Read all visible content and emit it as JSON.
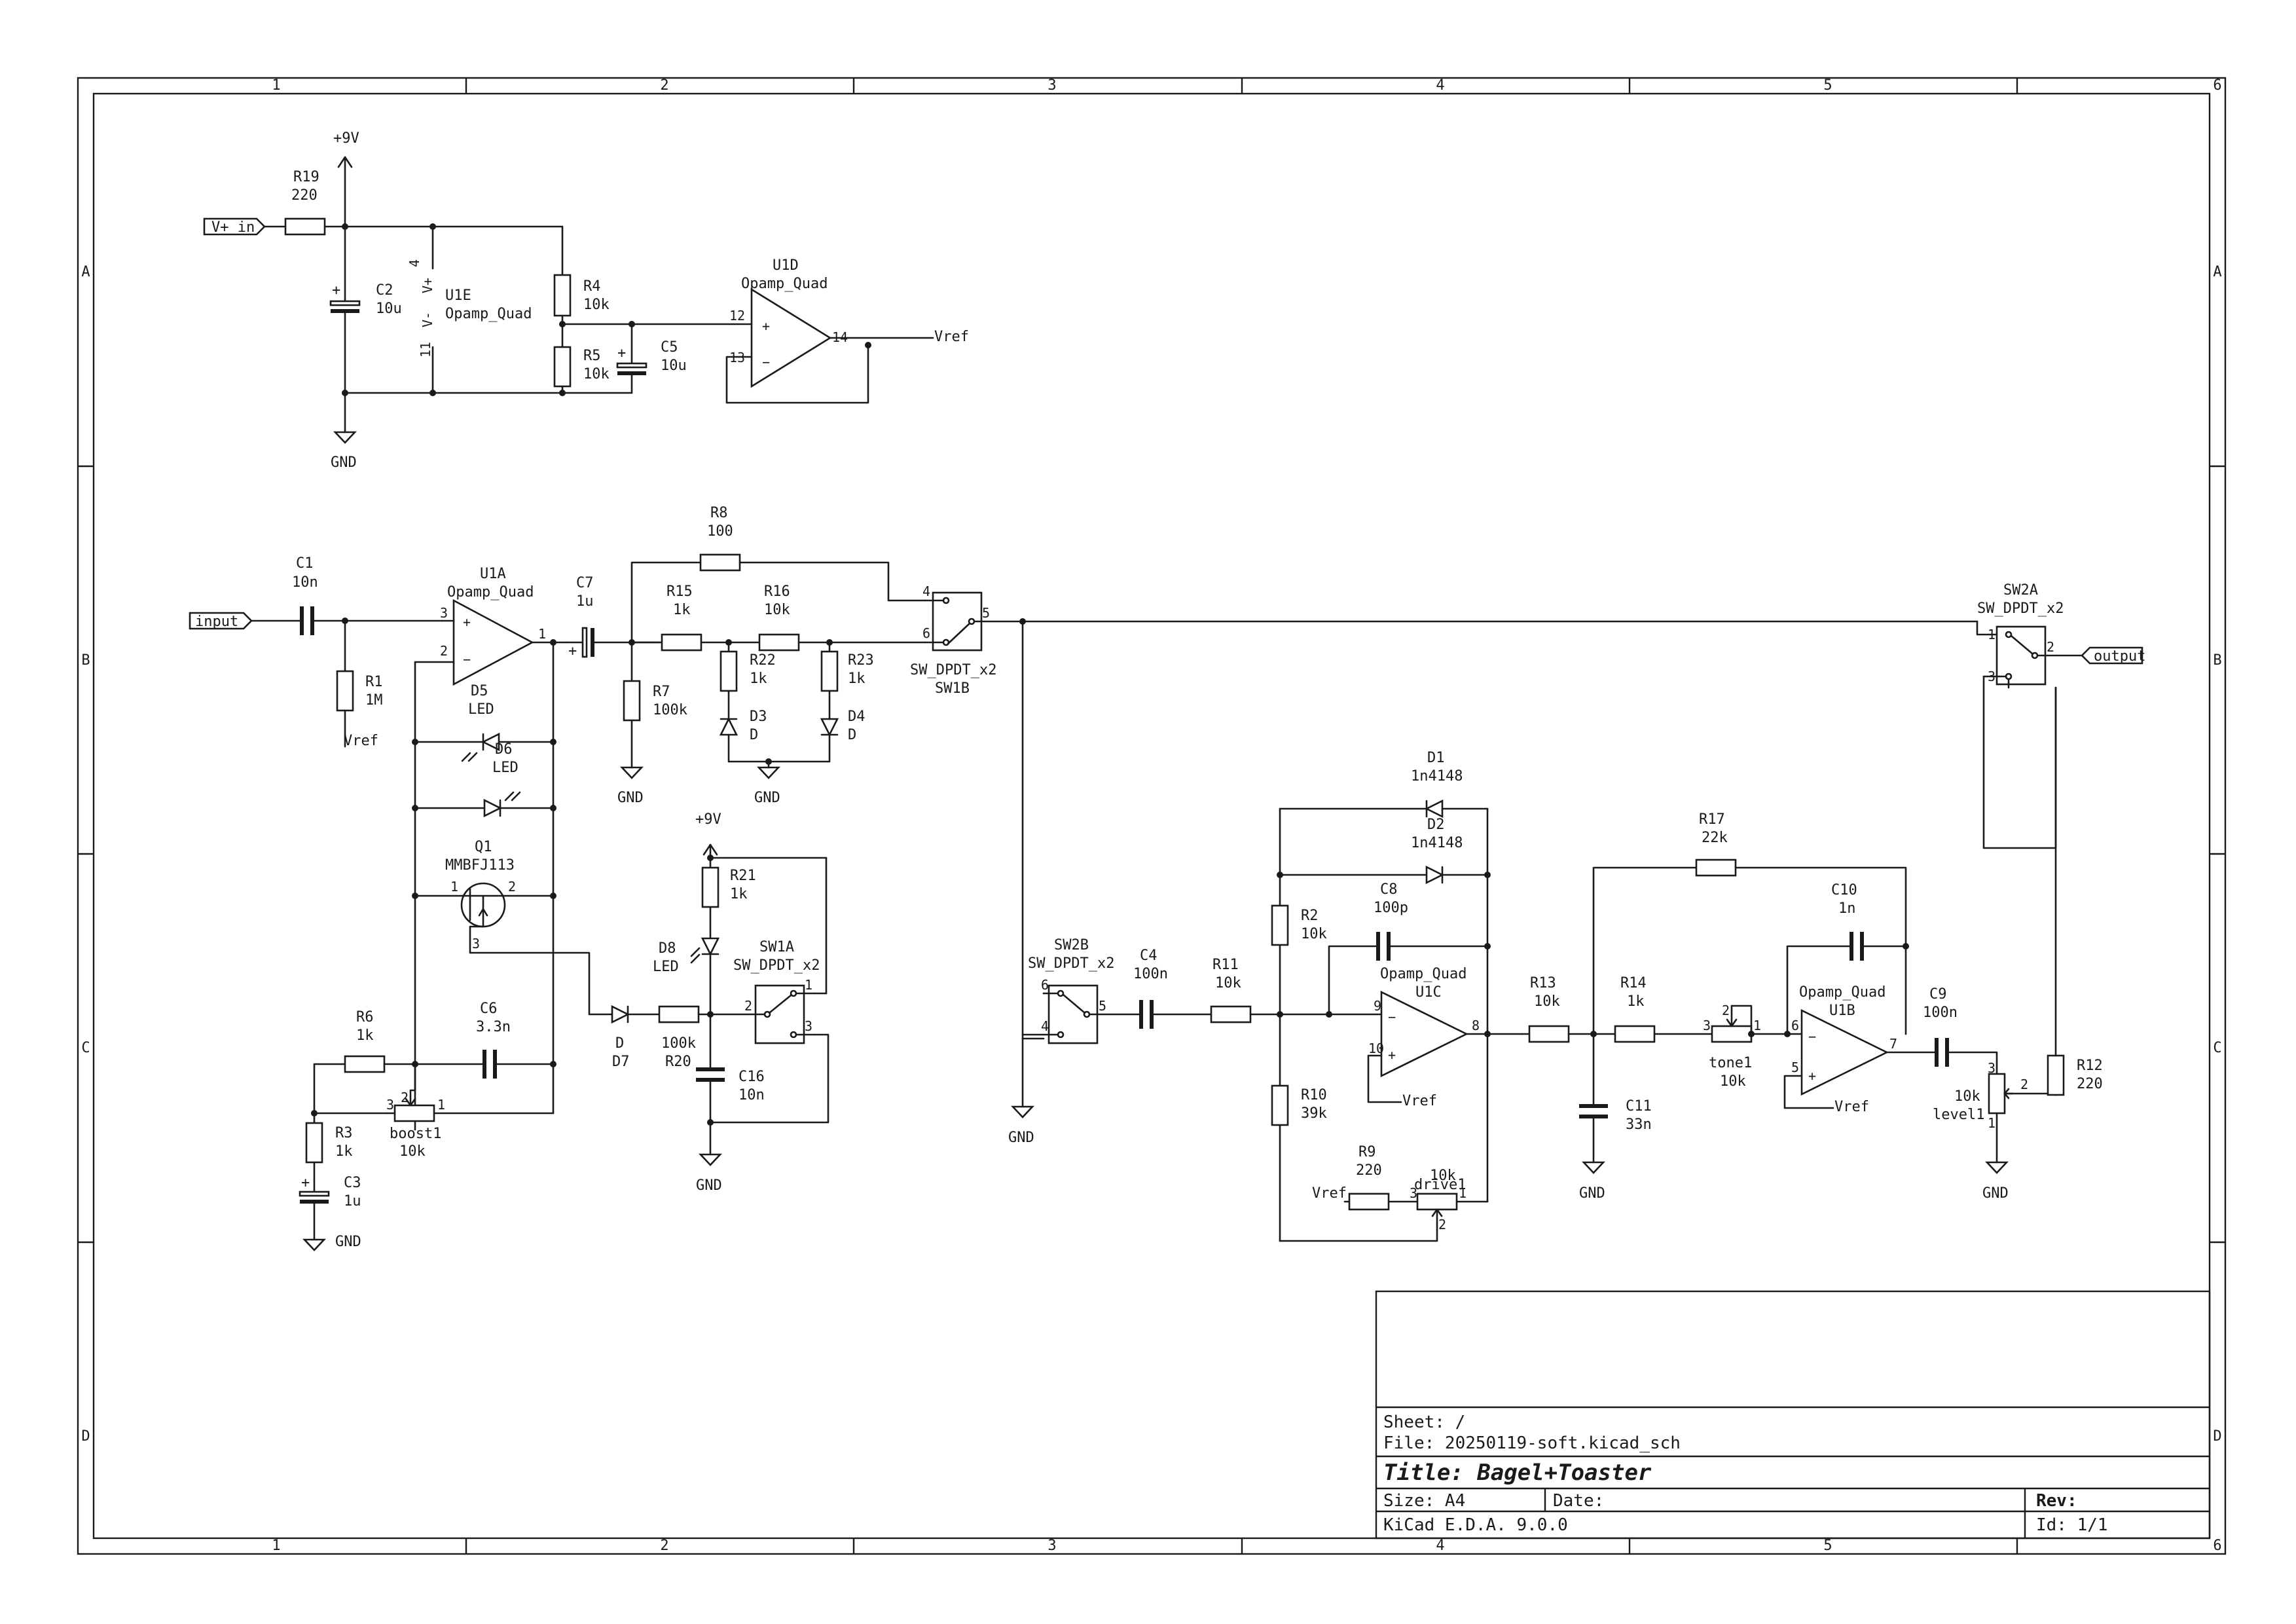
{
  "title_block": {
    "sheet": "Sheet: /",
    "file": "File: 20250119-soft.kicad_sch",
    "title": "Title: Bagel+Toaster",
    "size": "Size: A4",
    "date": "Date:",
    "rev": "Rev:",
    "tool": "KiCad E.D.A. 9.0.0",
    "id": "Id: 1/1"
  },
  "frame": {
    "columns": [
      "1",
      "2",
      "3",
      "4",
      "5",
      "6"
    ],
    "rows": [
      "A",
      "B",
      "C",
      "D"
    ]
  },
  "labels": {
    "vplus_in": "V+ in",
    "input": "input",
    "output": "output",
    "plus9v": "+9V",
    "gnd": "GND",
    "vref": "Vref"
  },
  "components": {
    "R19": {
      "ref": "R19",
      "val": "220"
    },
    "C2": {
      "ref": "C2",
      "val": "10u"
    },
    "U1E": {
      "ref": "U1E",
      "val": "Opamp_Quad",
      "pin_v_plus": "V+",
      "pin_v_minus": "V-",
      "p4": "4",
      "p11": "11"
    },
    "R4": {
      "ref": "R4",
      "val": "10k"
    },
    "R5": {
      "ref": "R5",
      "val": "10k"
    },
    "C5": {
      "ref": "C5",
      "val": "10u"
    },
    "U1D": {
      "ref": "U1D",
      "val": "Opamp_Quad",
      "p12": "12",
      "p13": "13",
      "p14": "14"
    },
    "C1": {
      "ref": "C1",
      "val": "10n"
    },
    "R1": {
      "ref": "R1",
      "val": "1M"
    },
    "U1A": {
      "ref": "U1A",
      "val": "Opamp_Quad",
      "p3": "3",
      "p2": "2",
      "p1": "1"
    },
    "C7": {
      "ref": "C7",
      "val": "1u"
    },
    "R8": {
      "ref": "R8",
      "val": "100"
    },
    "R15": {
      "ref": "R15",
      "val": "1k"
    },
    "R16": {
      "ref": "R16",
      "val": "10k"
    },
    "R7": {
      "ref": "R7",
      "val": "100k"
    },
    "R22": {
      "ref": "R22",
      "val": "1k"
    },
    "R23": {
      "ref": "R23",
      "val": "1k"
    },
    "D3": {
      "ref": "D3",
      "val": "D"
    },
    "D4": {
      "ref": "D4",
      "val": "D"
    },
    "SW1B": {
      "ref": "SW1B",
      "val": "SW_DPDT_x2",
      "p4": "4",
      "p5": "5",
      "p6": "6"
    },
    "D5": {
      "ref": "D5",
      "val": "LED"
    },
    "D6": {
      "ref": "D6",
      "val": "LED"
    },
    "Q1": {
      "ref": "Q1",
      "val": "MMBFJ113",
      "p1": "1",
      "p2": "2",
      "p3": "3"
    },
    "R21": {
      "ref": "R21",
      "val": "1k"
    },
    "D8": {
      "ref": "D8",
      "val": "LED"
    },
    "SW1A": {
      "ref": "SW1A",
      "val": "SW_DPDT_x2",
      "p1": "1",
      "p2": "2",
      "p3": "3"
    },
    "D7": {
      "ref": "D7",
      "val": "D"
    },
    "R20": {
      "ref": "R20",
      "val": "100k"
    },
    "C16": {
      "ref": "C16",
      "val": "10n"
    },
    "R6": {
      "ref": "R6",
      "val": "1k"
    },
    "C6": {
      "ref": "C6",
      "val": "3.3n"
    },
    "boost1": {
      "ref": "boost1",
      "val": "10k",
      "p1": "1",
      "p2": "2",
      "p3": "3"
    },
    "R3": {
      "ref": "R3",
      "val": "1k"
    },
    "C3": {
      "ref": "C3",
      "val": "1u"
    },
    "SW2B": {
      "ref": "SW2B",
      "val": "SW_DPDT_x2",
      "p4": "4",
      "p5": "5",
      "p6": "6"
    },
    "C4": {
      "ref": "C4",
      "val": "100n"
    },
    "R11": {
      "ref": "R11",
      "val": "10k"
    },
    "D1": {
      "ref": "D1",
      "val": "1n4148"
    },
    "D2": {
      "ref": "D2",
      "val": "1n4148"
    },
    "R2": {
      "ref": "R2",
      "val": "10k"
    },
    "C8": {
      "ref": "C8",
      "val": "100p"
    },
    "U1C": {
      "ref": "U1C",
      "val": "Opamp_Quad",
      "p8": "8",
      "p9": "9",
      "p10": "10"
    },
    "R10": {
      "ref": "R10",
      "val": "39k"
    },
    "R9": {
      "ref": "R9",
      "val": "220"
    },
    "drive1": {
      "ref": "drive1",
      "val": "10k",
      "p1": "1",
      "p2": "2",
      "p3": "3"
    },
    "R13": {
      "ref": "R13",
      "val": "10k"
    },
    "C11": {
      "ref": "C11",
      "val": "33n"
    },
    "R17": {
      "ref": "R17",
      "val": "22k"
    },
    "R14": {
      "ref": "R14",
      "val": "1k"
    },
    "C10": {
      "ref": "C10",
      "val": "1n"
    },
    "tone1": {
      "ref": "tone1",
      "val": "10k",
      "p1": "1",
      "p2": "2",
      "p3": "3"
    },
    "U1B": {
      "ref": "U1B",
      "val": "Opamp_Quad",
      "p5": "5",
      "p6": "6",
      "p7": "7"
    },
    "C9": {
      "ref": "C9",
      "val": "100n"
    },
    "level1": {
      "ref": "level1",
      "val": "10k",
      "p1": "1",
      "p2": "2",
      "p3": "3"
    },
    "R12": {
      "ref": "R12",
      "val": "220"
    },
    "SW2A": {
      "ref": "SW2A",
      "val": "SW_DPDT_x2",
      "p1": "1",
      "p2": "2",
      "p3": "3"
    }
  }
}
